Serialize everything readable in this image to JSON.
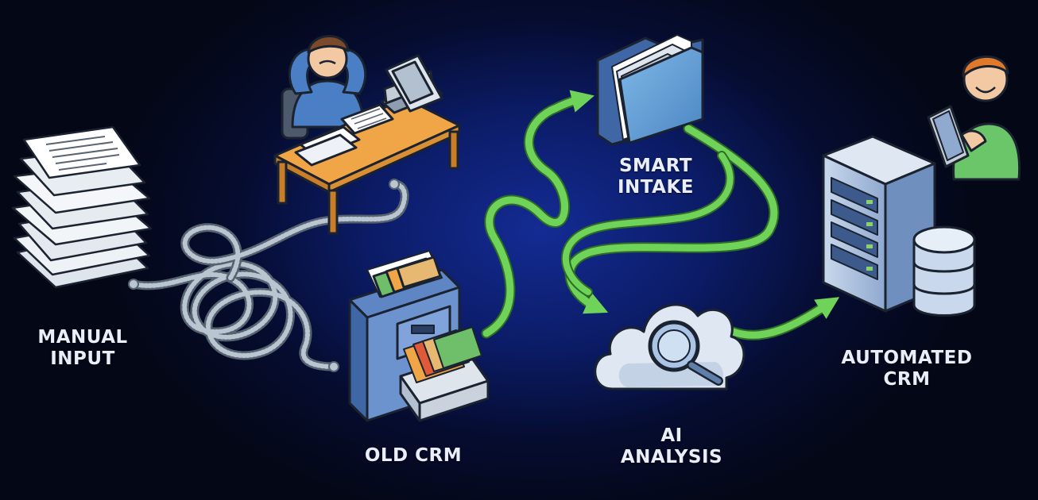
{
  "stages": {
    "manual_input": {
      "label": "MANUAL\nINPUT"
    },
    "old_crm": {
      "label": "OLD CRM"
    },
    "smart_intake": {
      "label": "SMART\nINTAKE"
    },
    "ai_analysis": {
      "label": "AI\nANALYSIS"
    },
    "automated_crm": {
      "label": "AUTOMATED\nCRM"
    }
  },
  "icons": {
    "paper_stack": "paper-stack-icon",
    "stressed_worker": "stressed-person-at-desk-icon",
    "old_printer": "printer-icon",
    "filing_cabinet": "filing-cabinet-icon",
    "tangled_cable": "tangled-cable-icon",
    "folder": "folder-icon",
    "cloud_search": "cloud-magnifier-icon",
    "server": "server-tower-icon",
    "database": "database-icon",
    "happy_user": "person-with-tablet-icon"
  },
  "colors": {
    "arrow": "#6fd35a",
    "cable": "#b9c6d1",
    "background_glow": "#142c96",
    "label_text": "#e9eef8"
  }
}
